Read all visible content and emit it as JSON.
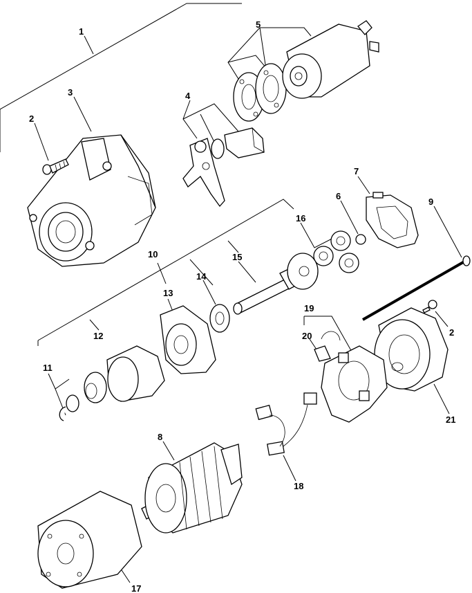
{
  "diagram": {
    "callouts": [
      {
        "id": "c1",
        "label": "1"
      },
      {
        "id": "c2a",
        "label": "2"
      },
      {
        "id": "c2b",
        "label": "2"
      },
      {
        "id": "c3",
        "label": "3"
      },
      {
        "id": "c4",
        "label": "4"
      },
      {
        "id": "c5",
        "label": "5"
      },
      {
        "id": "c6",
        "label": "6"
      },
      {
        "id": "c7",
        "label": "7"
      },
      {
        "id": "c8",
        "label": "8"
      },
      {
        "id": "c9",
        "label": "9"
      },
      {
        "id": "c10",
        "label": "10"
      },
      {
        "id": "c11",
        "label": "11"
      },
      {
        "id": "c12",
        "label": "12"
      },
      {
        "id": "c13",
        "label": "13"
      },
      {
        "id": "c14",
        "label": "14"
      },
      {
        "id": "c15",
        "label": "15"
      },
      {
        "id": "c16",
        "label": "16"
      },
      {
        "id": "c17",
        "label": "17"
      },
      {
        "id": "c18",
        "label": "18"
      },
      {
        "id": "c19",
        "label": "19"
      },
      {
        "id": "c20",
        "label": "20"
      },
      {
        "id": "c21",
        "label": "21"
      }
    ]
  }
}
